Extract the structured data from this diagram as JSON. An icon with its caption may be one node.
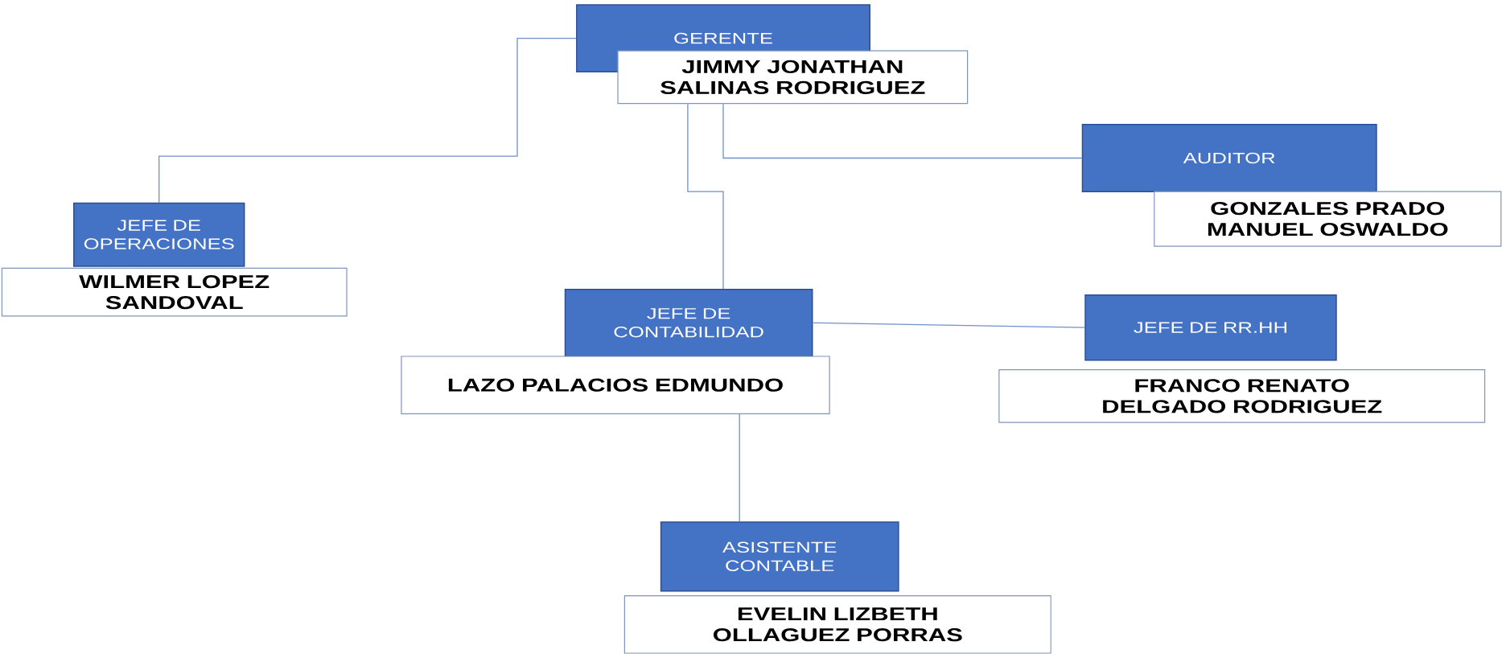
{
  "diagram": {
    "nodes": [
      {
        "text": [
          "GERENTE"
        ]
      },
      {
        "text": [
          "JIMMY JONATHAN SALINAS RODRIGUEZ"
        ]
      },
      {
        "text": [
          "AUDITOR"
        ]
      },
      {
        "text": [
          "GONZALES PRADO MANUEL OSWALDO"
        ]
      },
      {
        "text": [
          "JEFE DE OPERACIONES"
        ]
      },
      {
        "text": [
          "WILMER LOPEZ SANDOVAL"
        ]
      },
      {
        "text": [
          "JEFE DE CONTABILIDAD"
        ]
      },
      {
        "text": [
          "LAZO PALACIOS EDMUNDO"
        ]
      },
      {
        "text": [
          "JEFE DE RR.HH"
        ]
      },
      {
        "text": [
          "FRANCO RENATO DELGADO RODRIGUEZ"
        ]
      },
      {
        "text": [
          "ASISTENTE CONTABLE"
        ]
      },
      {
        "text": [
          "EVELIN LIZBETH OLLAGUEZ PORRAS"
        ]
      }
    ],
    "edges": [
      {
        "from": 0,
        "to": 4,
        "arrow": "none"
      },
      {
        "from": 1,
        "to": 6,
        "arrow": "none"
      },
      {
        "from": 1,
        "to": 2,
        "arrow": "none"
      },
      {
        "from": 6,
        "to": 8,
        "arrow": "none"
      },
      {
        "from": 7,
        "to": 10,
        "arrow": "none"
      }
    ]
  }
}
